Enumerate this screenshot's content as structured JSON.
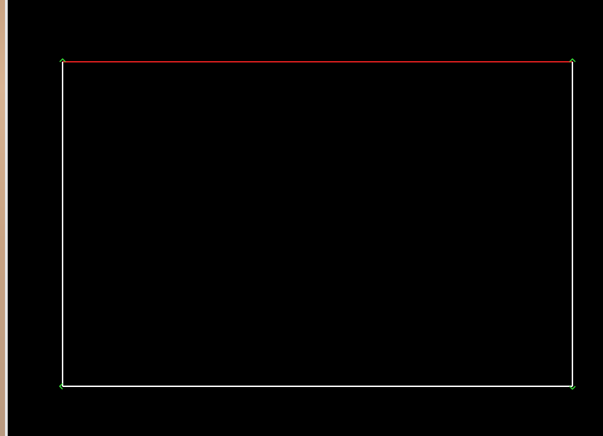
{
  "colors": {
    "background": "#000000",
    "selected_edge": "#d81e1e",
    "edge": "#ffffff",
    "vertex_handle": "#39e639"
  },
  "shape": {
    "type": "rectangle",
    "selected_edge": "top",
    "vertex_count": 4
  }
}
